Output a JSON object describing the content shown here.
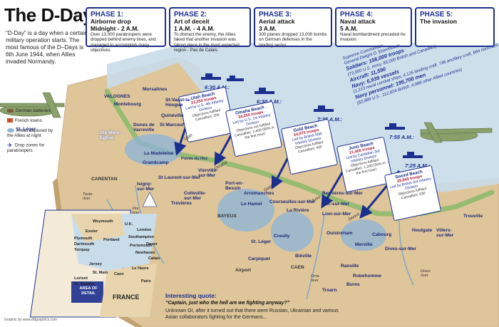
{
  "title": "The D-Day",
  "intro": "“D-Day” is a day when a certain military operation starts. The most famous of the D–Days is 6th June 1944, when Allies invaded Normandy.",
  "phases": [
    {
      "phase": "PHASE 1:",
      "name": "Airborne drop",
      "time": "Midnight - 2 A.M.",
      "text": "Over 13,000 paratroopers were dropped behind enemy lines, and managed to accomplish many objectives."
    },
    {
      "phase": "PHASE 2:",
      "name": "Art of deceit",
      "time": "1 A.M. - 4 A.M.",
      "text": "To distract the enemy, the Allies faked that another invasion was taking place in the most expected region - Pas de Calais."
    },
    {
      "phase": "PHASE 3:",
      "name": "Aerial attack",
      "time": "3 A.M.",
      "text": "300 planes dropped 13,000 bombs on German defenses in the landing sector."
    },
    {
      "phase": "PHASE 4:",
      "name": "Naval attack",
      "time": "5 A.M.",
      "text": "Naval bombardment preceded he invasion."
    },
    {
      "phase": "PHASE 5:",
      "name": "The invasion",
      "time": "",
      "text": ""
    }
  ],
  "legend": {
    "batteries": "German batteries",
    "towns": "French towns",
    "captured": "Areas captured by the Allies at night",
    "dropzones": "Drop zones for paratroopers"
  },
  "forces": {
    "commander_label": "Supreme Commander:",
    "commander": "General Dwight D. Eisenhower",
    "soldiers": "Soldiers: 156,000 troops",
    "soldiers_detail": "(73,000 U.S. Army, 83,000 British and Canadian)",
    "aircraft": "Aircraft: 11,590",
    "navy_vessels": "Navy: 6,939 vessels",
    "navy_detail": "(1,213 naval combat ships, 4,126 landing craft, 736 ancillary craft, 864 merchant vessels)",
    "navy_personnel": "Navy personnel: 195,700 men",
    "navy_personnel_detail": "(52,889 U.S., 112,824 British, 4,988 other Allied countries)"
  },
  "beaches": [
    {
      "time": "6:30 A.M.:",
      "name": "Utah Beach",
      "troops": "23,250 troops",
      "led": "Led by U.S. 4th Infantry Division",
      "objective": "Objectives fulfilled",
      "casualties": "Casualties: 200"
    },
    {
      "time": "6:30 A.M.:",
      "name": "Omaha Beach",
      "troops": "34,250 troops",
      "led": "Led by U.S. 1st Infantry Division",
      "objective": "Objectives not fulfilled",
      "casualties": "Casualties: 2,400 (50% in the first hour)"
    },
    {
      "time": "7:25 A.M.:",
      "name": "Gold Beach",
      "troops": "24,970 troops",
      "led": "Led by British 50th Infantry Division",
      "objective": "Objectives fulfilled",
      "casualties": "Casualties: 400"
    },
    {
      "time": "7:55 A.M.:",
      "name": "Juno Beach",
      "troops": "21,400 troops",
      "led": "Led by Canadian 3rd Infantry Division",
      "objective": "Objectives fulfilled",
      "casualties": "Casualties: 1,200 (50% in the first hour)"
    },
    {
      "time": "7:25 A.M.:",
      "name": "Sword Beach",
      "troops": "28,845 troops",
      "led": "Led by British 3rd Infantry Division",
      "objective": "Objectives fulfilled",
      "casualties": "Casualties: 630"
    }
  ],
  "beach_labels": [
    "Utah",
    "Omaha",
    "Gold",
    "Juno",
    "Sword"
  ],
  "places": {
    "morsalines": "Morsalines",
    "valognes": "VALOGNES",
    "montebourg": "Montebourg",
    "stvaast": "St-Vaast-la-Hougue",
    "quineville": "Quinéville",
    "stmarcouf": "St Marcouf",
    "dunes": "Dunes de Varreville",
    "stmere": "Ste Mère-Eglise",
    "madeleine": "La Madeleine",
    "carentan": "CARENTAN",
    "grandcamp": "Grandcamp",
    "pointeduhoc": "Pointe du Hoc",
    "vierville": "Vierville-sur-Mer",
    "stlaurent": "St Laurent-sur-Mer",
    "isigny": "Isigny-sur-Mer",
    "portenbessin": "Port-en-Bessin",
    "arromanches": "Arromanches",
    "colleville": "Colleville-sur-Mer",
    "trevieres": "Trévières",
    "lehamel": "Le Hamel",
    "courseulles": "Courseulles-sur-Mer",
    "lariviere": "La Rivière",
    "bayeux": "BAYEUX",
    "creully": "Creully",
    "bernieres": "Bernières-sur-Mer",
    "stlegerbottom": "St. Léger",
    "lucsurmer": "Luc-sur-Mer",
    "lion": "Lion-sur-Mer",
    "ouistreham": "Ouistreham",
    "merville": "Merville",
    "cabourg": "Cabourg",
    "houlgate": "Houlgate",
    "villers": "Villers-sur-Mer",
    "trouville": "Trouville",
    "dives": "Dives-sur-Mer",
    "carpiquet": "Carpiquet",
    "caen": "CAEN",
    "bieville": "Biéville",
    "ranville": "Ranville",
    "robehomme": "Robehomme",
    "bures": "Bures",
    "troarn": "Troarn",
    "airport": "Airport",
    "stleger": "St. Léger",
    "touteriver": "Toute river",
    "vireriver": "Vire river",
    "orneriver": "Orne river",
    "divesriver": "Dives river"
  },
  "inset": {
    "uk": "U.K.",
    "weymouth": "Weymouth",
    "exeter": "Exeter",
    "plymouth": "Plymouth",
    "dartmouth": "Dartmouth",
    "torquay": "Torquay",
    "portland": "Portland",
    "southampton": "Southampton",
    "portsmouth": "Portsmouth",
    "london": "London",
    "newhaven": "Newhaven",
    "dover": "Dover",
    "calais": "Calais",
    "le_havre": "Le Havre",
    "caen": "Caen",
    "paris": "Paris",
    "st_malo": "St. Malo",
    "lorient": "Lorient",
    "st_nazaire": "St. Nazaire",
    "area": "AREA OF DETAIL",
    "france": "FRANCE",
    "jersey": "Jersey"
  },
  "quote": {
    "heading": "Interesting quote:",
    "text": "“Captain, just who the hell are we fighting anyway?”",
    "explanation": "Unknown GI, after it turned out that there were Russian, Ukrainian and various Asian collaborators fighting for the Germans..."
  },
  "credit": "Graphic by www.sfdgraphics.com",
  "colors": {
    "accent": "#1b2f8f",
    "land": "#dfc59a",
    "sea": "#c9dcea",
    "captured": "#8fb4d6",
    "green": "#8cb86b"
  }
}
